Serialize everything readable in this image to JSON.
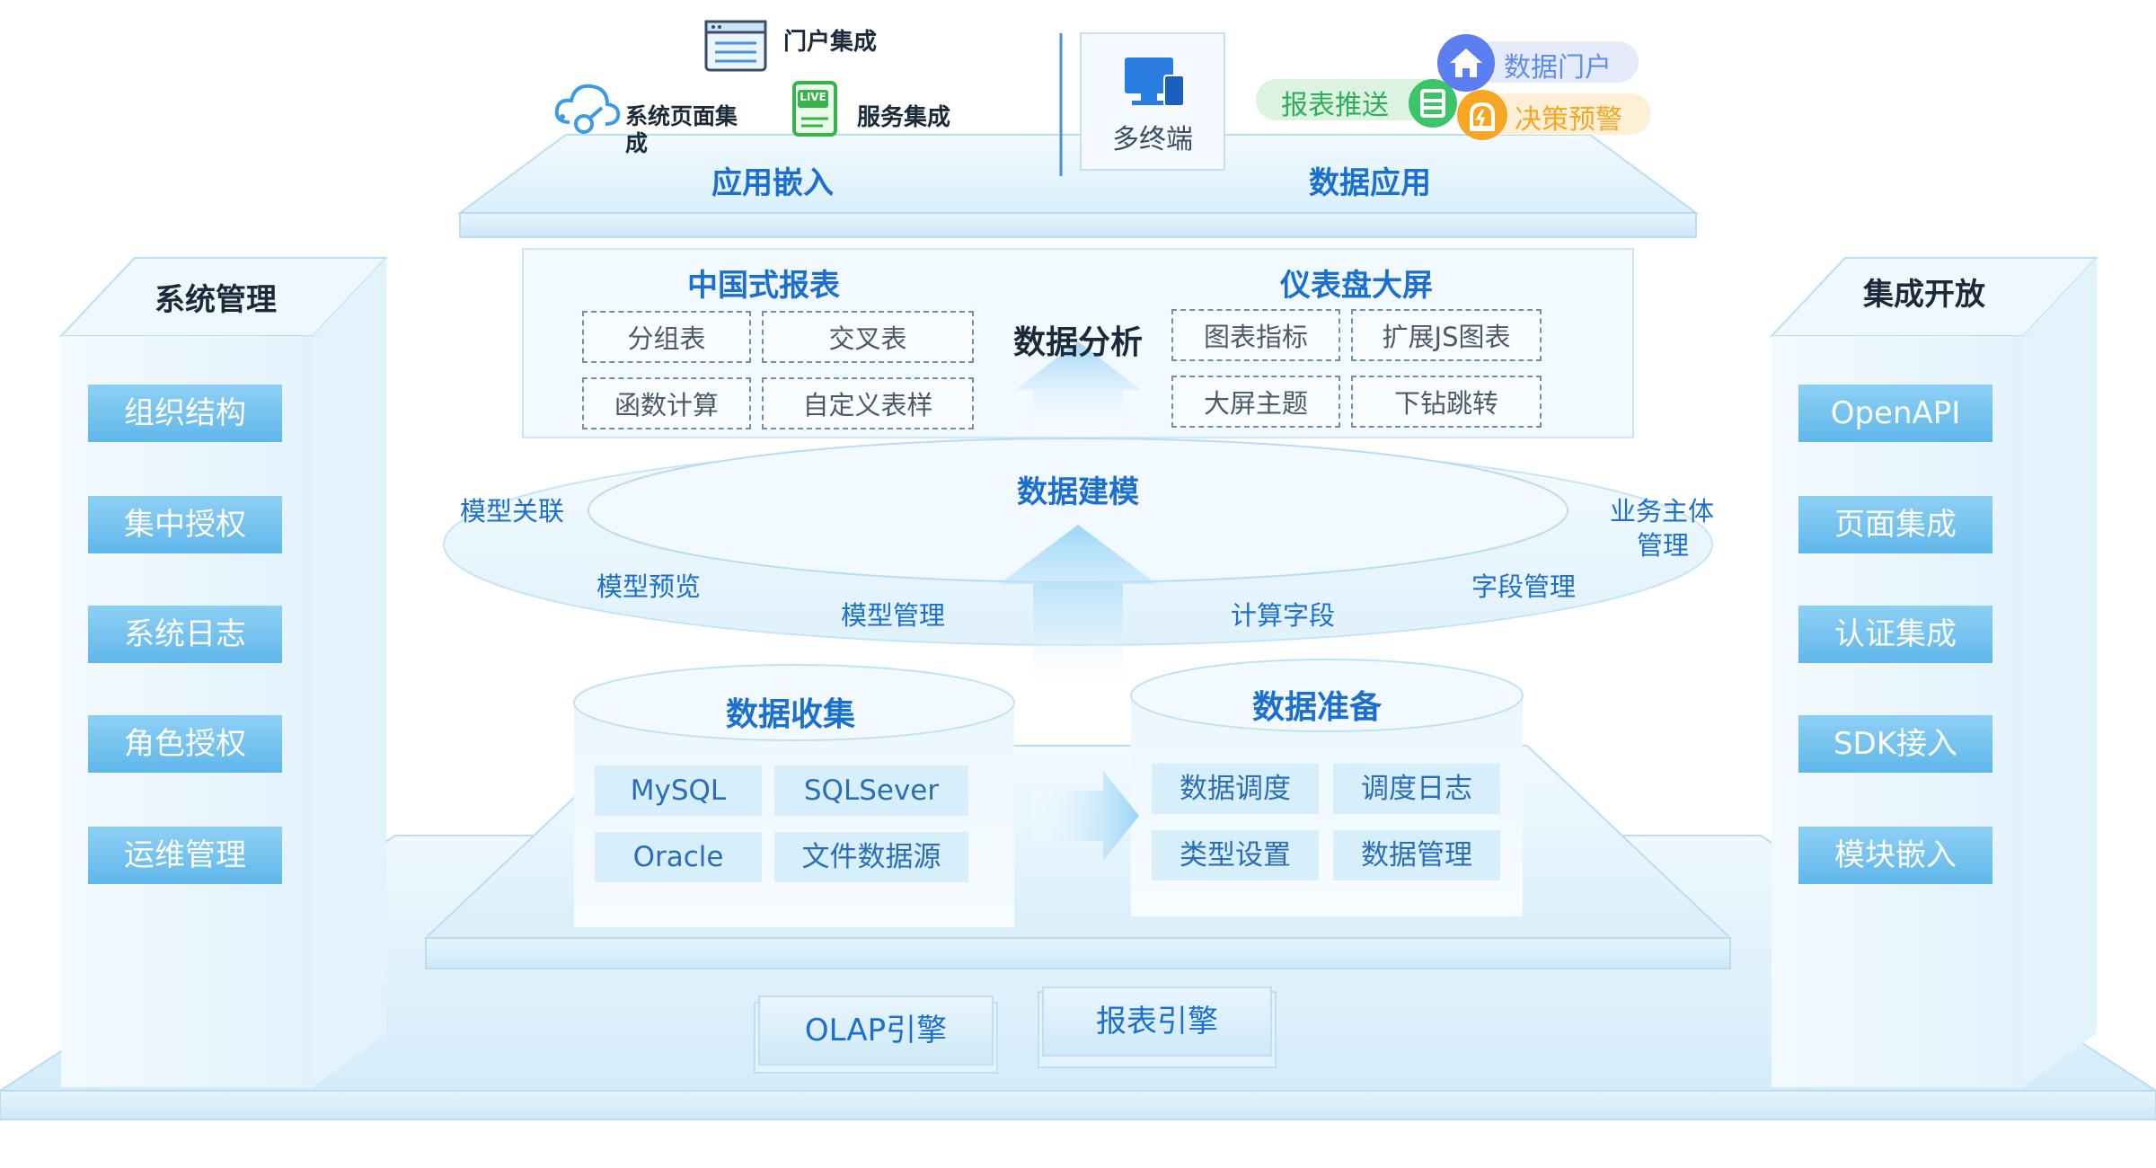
{
  "top": {
    "portal_integration": "门户集成",
    "system_page_integration_line1": "系统页面集",
    "system_page_integration_line2": "成",
    "service_integration": "服务集成",
    "app_embed": "应用嵌入",
    "multi_terminal": "多终端",
    "data_portal": "数据门户",
    "report_push": "报表推送",
    "decision_alert": "决策预警",
    "data_app": "数据应用",
    "live_badge": "LIVE"
  },
  "left_panel": {
    "title": "系统管理",
    "items": [
      "组织结构",
      "集中授权",
      "系统日志",
      "角色授权",
      "运维管理"
    ]
  },
  "right_panel": {
    "title": "集成开放",
    "items": [
      "OpenAPI",
      "页面集成",
      "认证集成",
      "SDK接入",
      "模块嵌入"
    ]
  },
  "analysis": {
    "chinese_report_title": "中国式报表",
    "chinese_report_items": [
      "分组表",
      "交叉表",
      "函数计算",
      "自定义表样"
    ],
    "center_title": "数据分析",
    "dashboard_title": "仪表盘大屏",
    "dashboard_items": [
      "图表指标",
      "扩展JS图表",
      "大屏主题",
      "下钻跳转"
    ]
  },
  "modeling": {
    "title": "数据建模",
    "model_relation": "模型关联",
    "business_subject_line1": "业务主体",
    "business_subject_line2": "管理",
    "model_preview": "模型预览",
    "field_management": "字段管理",
    "model_management": "模型管理",
    "calculated_field": "计算字段"
  },
  "collection": {
    "title": "数据收集",
    "items": [
      "MySQL",
      "SQLSever",
      "Oracle",
      "文件数据源"
    ]
  },
  "preparation": {
    "title": "数据准备",
    "items": [
      "数据调度",
      "调度日志",
      "类型设置",
      "数据管理"
    ]
  },
  "engines": [
    "OLAP引擎",
    "报表引擎"
  ],
  "colors": {
    "accent_blue": "#1a6fd0",
    "side_item_bg": "#6cbcec",
    "green_pill": "#3cc46a",
    "orange_pill": "#f5a623",
    "portal_pill": "#5b8ef0"
  }
}
